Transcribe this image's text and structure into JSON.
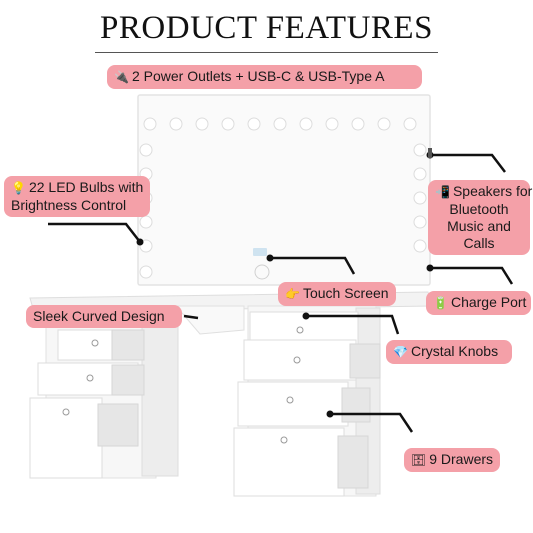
{
  "title": "PRODUCT FEATURES",
  "colors": {
    "pill": "#f4a0a8",
    "leader": "#111111",
    "furniture": "#ffffff",
    "shadow": "#d9d9d9"
  },
  "features": {
    "power": {
      "icon": "plug-icon",
      "glyph": "🔌",
      "text": "2 Power Outlets + USB-C & USB-Type A"
    },
    "led": {
      "icon": "bulb-icon",
      "glyph": "💡",
      "line1": "22 LED Bulbs with",
      "line2": "Brightness Control"
    },
    "speakers": {
      "icon": "phone-icon",
      "glyph": "📲",
      "line1": "Speakers for",
      "line2": "Bluetooth",
      "line3": "Music and",
      "line4": "Calls"
    },
    "touch": {
      "icon": "pointing-hand-icon",
      "glyph": "👉",
      "text": "Touch Screen"
    },
    "charge": {
      "icon": "battery-icon",
      "glyph": "🔋",
      "text": "Charge Port"
    },
    "curved": {
      "text": "Sleek Curved Design"
    },
    "knobs": {
      "icon": "gem-icon",
      "glyph": "💎",
      "text": "Crystal Knobs"
    },
    "drawers": {
      "icon": "drawers-icon",
      "glyph": "🗄",
      "text": "9 Drawers"
    }
  }
}
